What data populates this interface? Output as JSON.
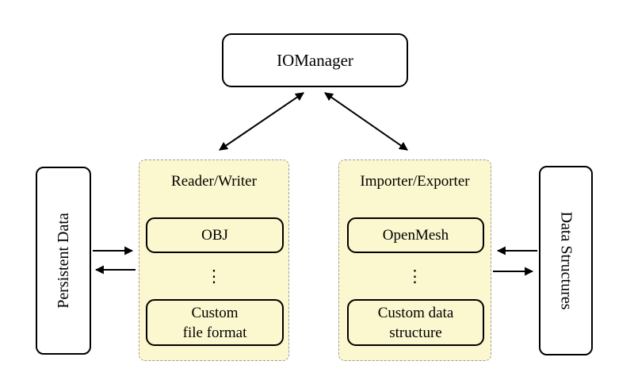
{
  "nodes": {
    "iomanager": "IOManager",
    "persistent_data": "Persistent Data",
    "data_structures": "Data Structures"
  },
  "groups": {
    "reader_writer": {
      "title": "Reader/Writer",
      "items": [
        "OBJ",
        "Custom\nfile format"
      ],
      "dots": "⋮"
    },
    "importer_exporter": {
      "title": "Importer/Exporter",
      "items": [
        "OpenMesh",
        "Custom data\nstructure"
      ],
      "dots": "⋮"
    }
  },
  "connections": {
    "iomanager_reader_writer": "bidirectional",
    "iomanager_importer_exporter": "bidirectional",
    "persistent_to_reader": "right",
    "reader_to_persistent": "left",
    "structures_to_importer": "left",
    "importer_to_structures": "right"
  },
  "colors": {
    "group_fill": "#FBF7CE",
    "group_border": "#9E9E9E",
    "node_fill": "#FFFFFF",
    "node_border": "#000000",
    "arrow": "#000000",
    "background": "#FFFFFF"
  }
}
